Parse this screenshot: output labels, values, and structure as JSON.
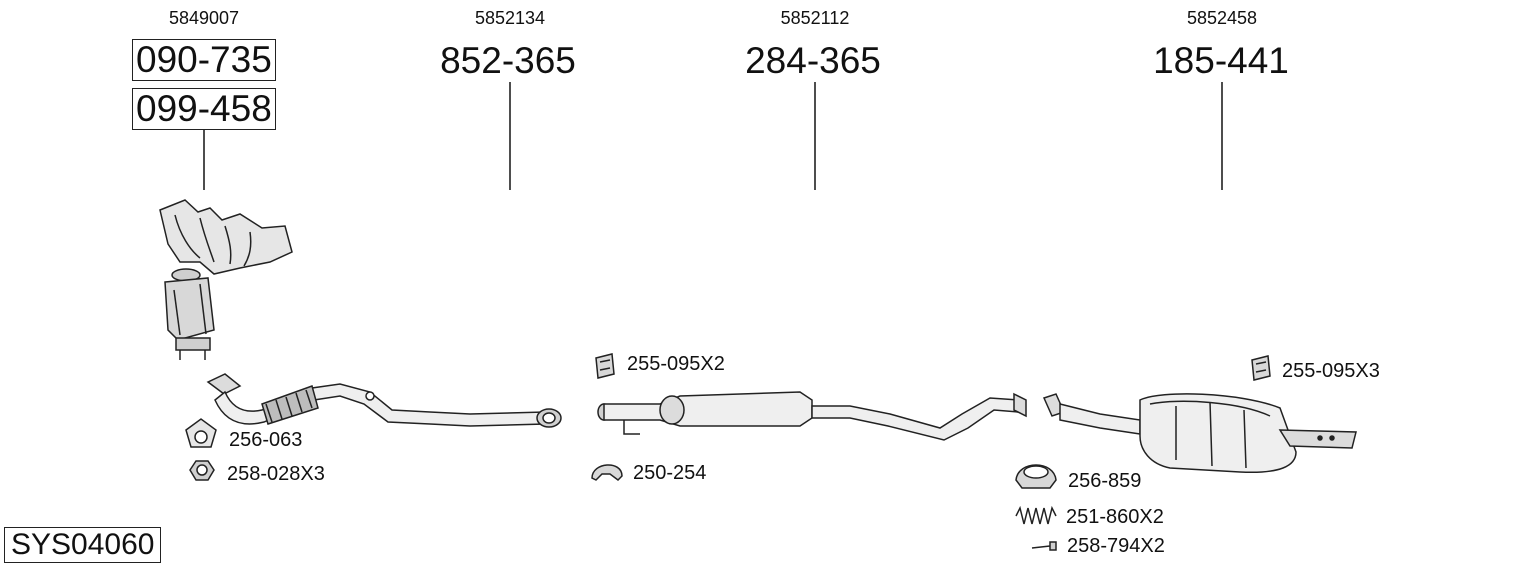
{
  "oe_numbers": [
    "5849007",
    "5852134",
    "5852112",
    "5852458"
  ],
  "parts": {
    "manifold_cat": [
      "090-735",
      "099-458"
    ],
    "front_pipe": "852-365",
    "center_silencer": "284-365",
    "rear_silencer": "185-441"
  },
  "accessories": {
    "gasket_front": "256-063",
    "nut": "258-028X3",
    "mount_center": "255-095X2",
    "clamp": "250-254",
    "mount_rear": "255-095X3",
    "ring_gasket": "256-859",
    "spring": "251-860X2",
    "bolt": "258-794X2"
  },
  "system_code": "SYS04060"
}
